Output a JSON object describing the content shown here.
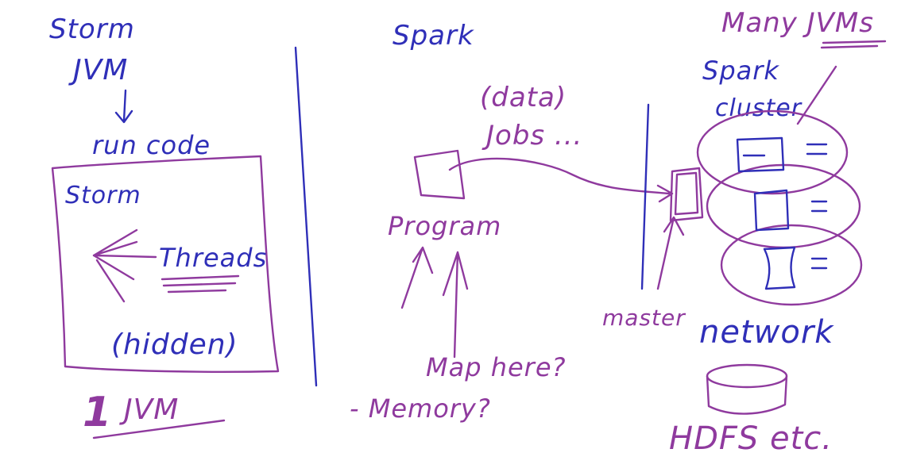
{
  "left_panel": {
    "title_line1": "Storm",
    "title_line2": "JVM",
    "arrow_label": "run code",
    "box_title": "Storm",
    "threads_label": "Threads",
    "hidden_label": "(hidden)",
    "bottom_count": "1",
    "bottom_unit": "JVM"
  },
  "middle_panel": {
    "title": "Spark",
    "note_line1": "(data)",
    "note_line2": "Jobs ...",
    "program_label": "Program",
    "question1": "Map here?",
    "question2": "- Memory?"
  },
  "right_panel": {
    "heading": "Many JVMs",
    "cluster_line1": "Spark",
    "cluster_line2": "cluster",
    "master_label": "master",
    "network_label": "network",
    "storage_label": "HDFS etc."
  },
  "colors": {
    "blue": "#2f2fb8",
    "purple": "#8f3a9e",
    "background": "#ffffff"
  }
}
